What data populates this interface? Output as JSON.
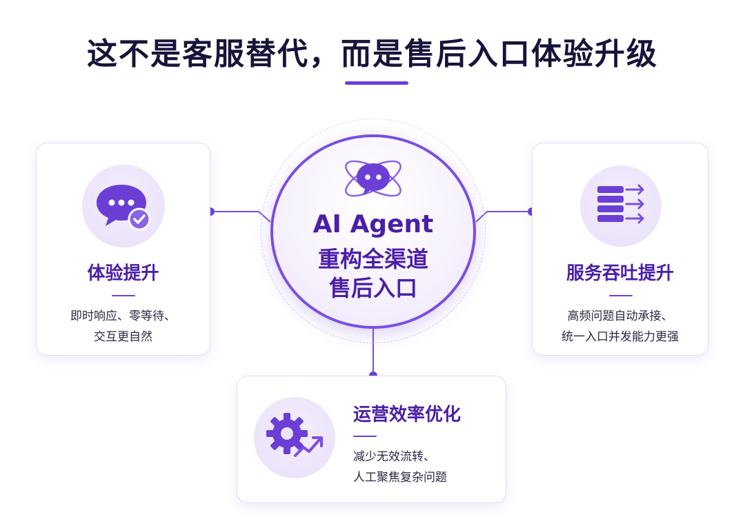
{
  "title": "这不是客服替代，而是售后入口体验升级",
  "center": {
    "line1": "AI Agent",
    "line2": "重构全渠道",
    "line3": "售后入口",
    "icon": "ai-chat-atom-icon"
  },
  "cards": {
    "left": {
      "icon": "chat-check-icon",
      "title": "体验提升",
      "desc": [
        "即时响应、零等待、",
        "交互更自然"
      ]
    },
    "right": {
      "icon": "stacked-arrows-icon",
      "title": "服务吞吐提升",
      "desc": [
        "高频问题自动承接、",
        "统一入口并发能力更强"
      ]
    },
    "bottom": {
      "icon": "gear-trend-icon",
      "title": "运营效率优化",
      "desc": [
        "减少无效流转、",
        "人工聚焦复杂问题"
      ]
    }
  },
  "colors": {
    "accent": "#6b3fd6",
    "title": "#16143a",
    "heading": "#4b1fa8"
  }
}
